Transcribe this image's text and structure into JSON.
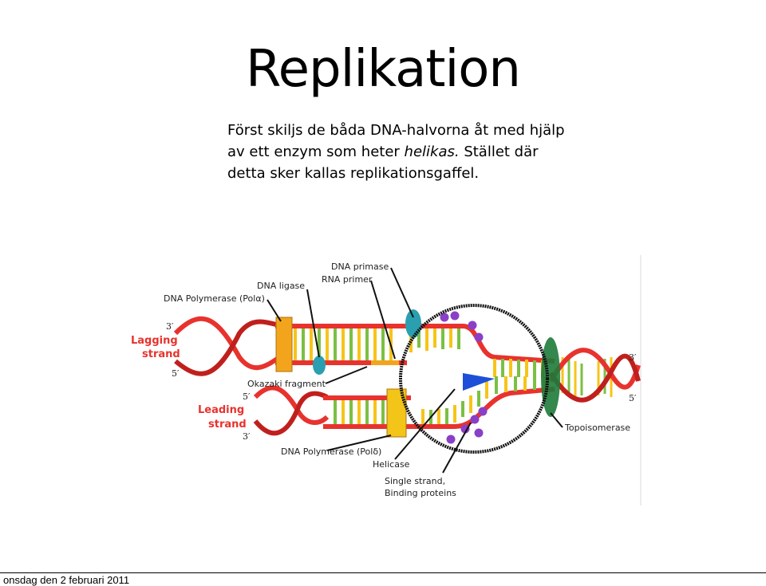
{
  "slide": {
    "title": "Replikation",
    "body": {
      "part1": "Först skiljs de båda DNA-halvorna åt med hjälp av ett enzym som heter ",
      "emphasis": "helikas.",
      "part2": " Stället där detta sker kallas replikationsgaffel."
    }
  },
  "figure": {
    "labels": {
      "dna_primase": "DNA primase",
      "rna_primer": "RNA primer",
      "dna_ligase": "DNA ligase",
      "pol_alpha": "DNA Polymerase (Polα)",
      "lagging": "Lagging",
      "lagging2": "strand",
      "leading": "Leading",
      "leading2": "strand",
      "okazaki": "Okazaki fragment",
      "pol_delta": "DNA Polymerase (Polδ)",
      "helicase": "Helicase",
      "ssb1": "Single strand,",
      "ssb2": "Binding proteins",
      "topo": "Topoisomerase",
      "p3_top_left": "3′",
      "p5_top_left": "5′",
      "p5_mid_left": "5′",
      "p3_bottom_left": "3′",
      "p3_right": "3′",
      "p5_right": "5′"
    },
    "colors": {
      "strand": "#e8322d",
      "base_yellow": "#f5c518",
      "base_green": "#7bc043",
      "helicase": "#1e4fd8",
      "primase": "#2a9fb0",
      "ssb": "#8a3fc7",
      "topo": "#1e7a3a",
      "polymerase": "#f2a51c"
    }
  },
  "footer": {
    "date": "onsdag den 2 februari 2011"
  }
}
